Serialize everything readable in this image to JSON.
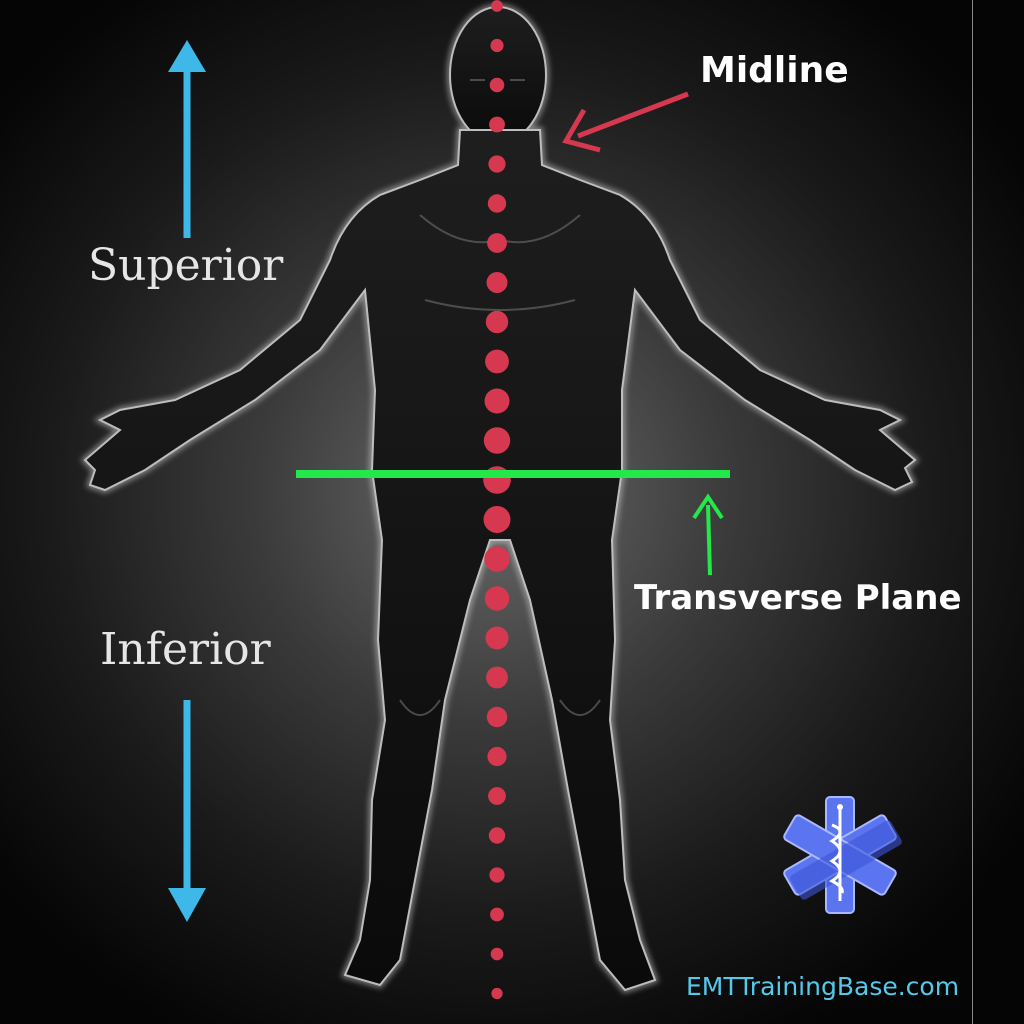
{
  "labels": {
    "superior": "Superior",
    "inferior": "Inferior",
    "midline": "Midline",
    "transverse_plane": "Transverse Plane",
    "site": "EMTTrainingBase.com"
  },
  "icons": {
    "logo": "star-of-life-icon"
  },
  "colors": {
    "direction_arrows": "#3db8e8",
    "midline_dots": "#d6394f",
    "transverse_line": "#22e84a",
    "site_text": "#56c8ea",
    "logo": "#5b74f0"
  }
}
